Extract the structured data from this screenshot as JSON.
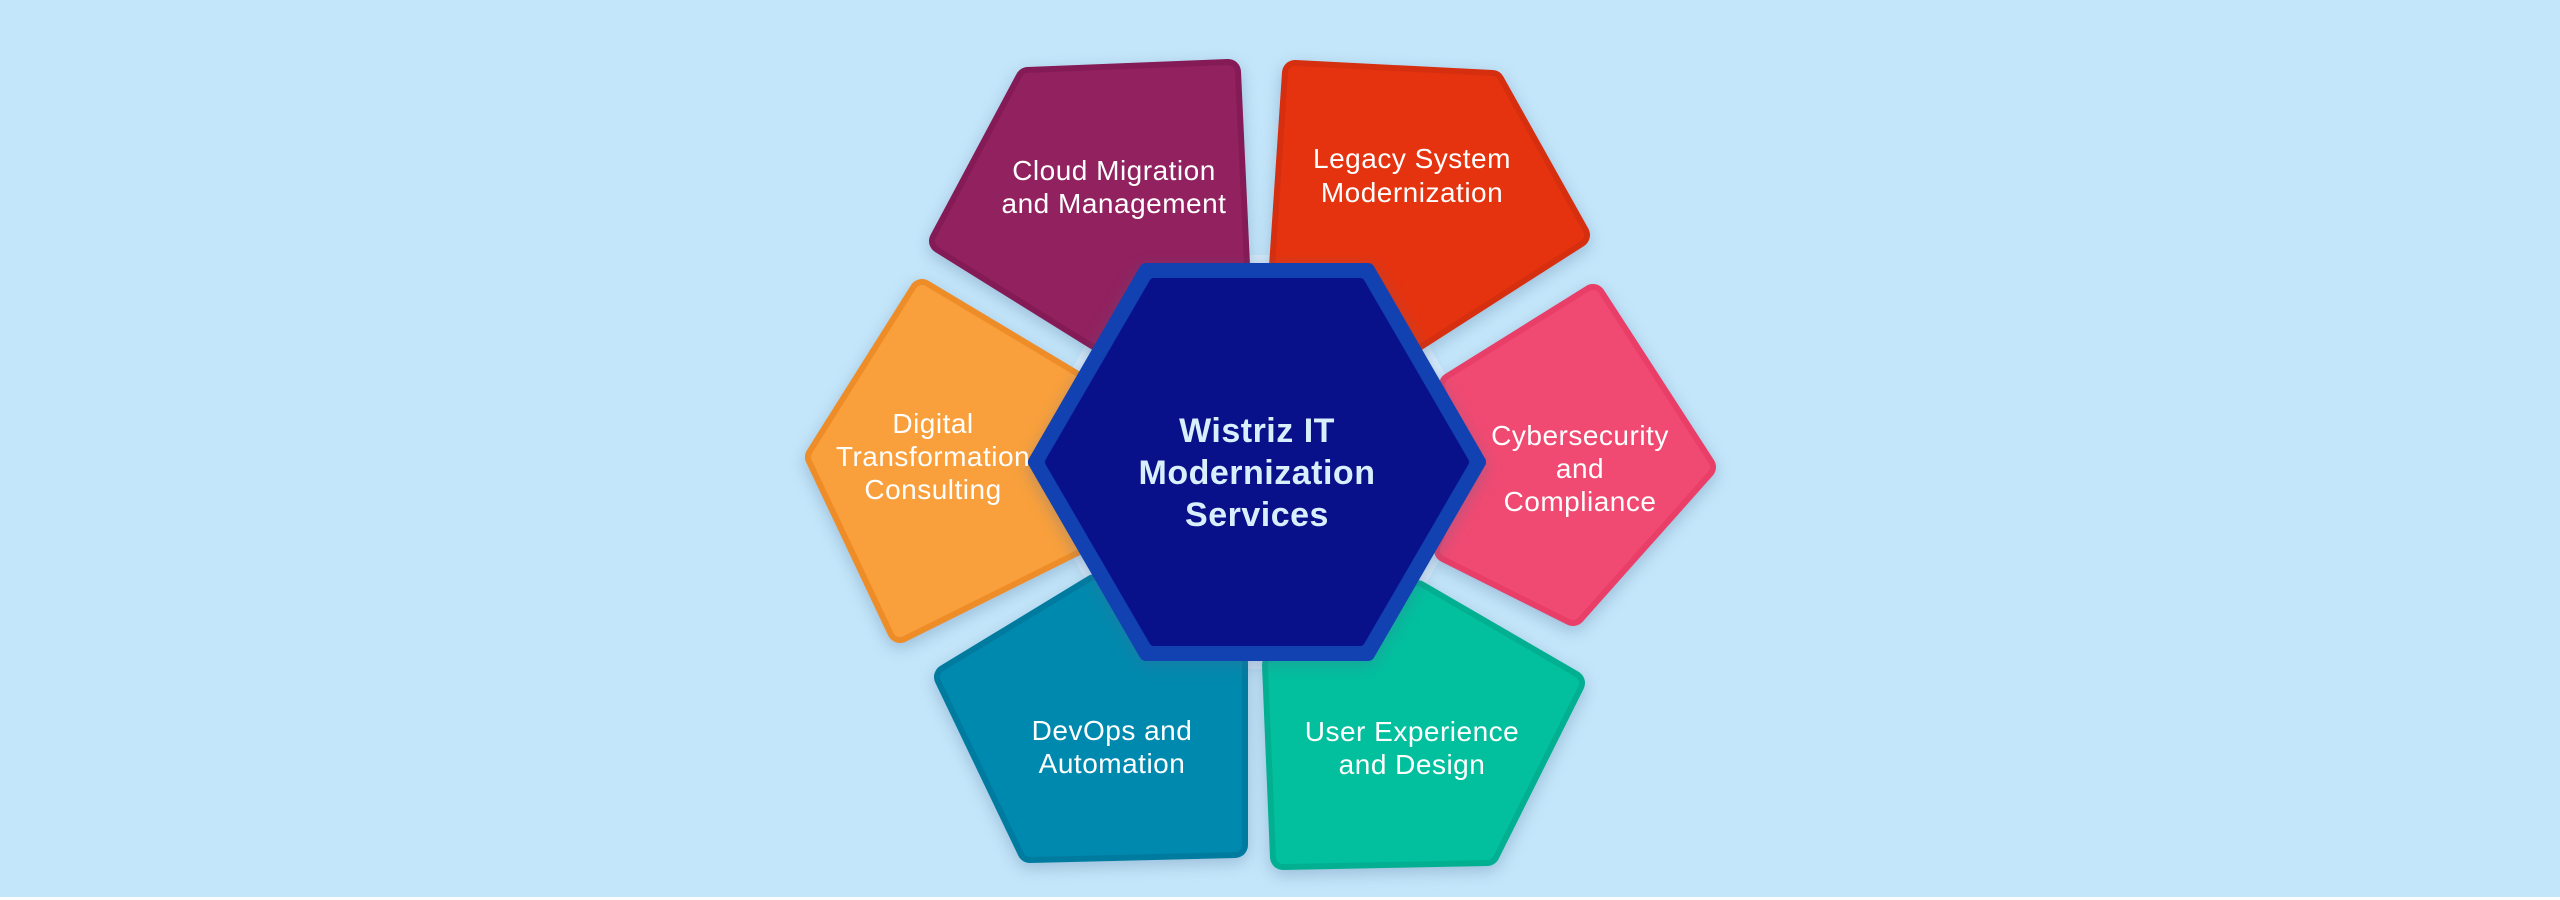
{
  "colors": {
    "background": "#c4e6fa",
    "bottom_strip": "#ffffff",
    "hex_halo": "#d9edfc",
    "hex_border": "#1241b2",
    "hex_fill": "#081189",
    "center_text": "#d8f0fd",
    "petal_text": "#ffffff"
  },
  "center": {
    "lines": [
      "Wistriz IT",
      "Modernization",
      "Services"
    ]
  },
  "petals": [
    {
      "id": "cloud-migration-and-management",
      "color": "#92215f",
      "rim": "#851b56",
      "lines": [
        "Cloud Migration",
        "and Management"
      ]
    },
    {
      "id": "legacy-system-modernization",
      "color": "#e5330f",
      "rim": "#d62f10",
      "lines": [
        "Legacy System",
        "Modernization"
      ]
    },
    {
      "id": "cybersecurity-and-compliance",
      "color": "#f04a72",
      "rim": "#e83e67",
      "lines": [
        "Cybersecurity",
        "and",
        "Compliance"
      ]
    },
    {
      "id": "user-experience-and-design",
      "color": "#02c09e",
      "rim": "#02b091",
      "lines": [
        "User Experience",
        "and Design"
      ]
    },
    {
      "id": "devops-and-automation",
      "color": "#0089ae",
      "rim": "#007ba0",
      "lines": [
        "DevOps and",
        "Automation"
      ]
    },
    {
      "id": "digital-transformation-consulting",
      "color": "#f9a03c",
      "rim": "#ee8d28",
      "lines": [
        "Digital",
        "Transformation",
        "Consulting"
      ]
    }
  ]
}
